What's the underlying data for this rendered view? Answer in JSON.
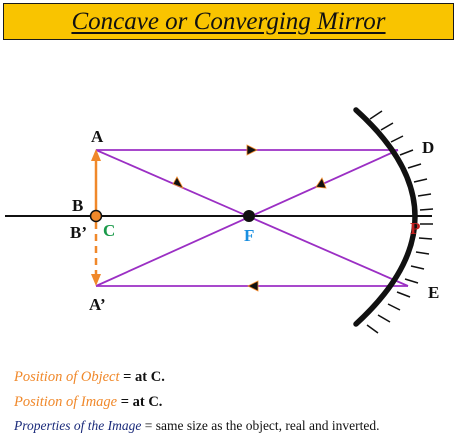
{
  "title": "Concave or Converging Mirror",
  "labels": {
    "A": "A",
    "B": "B",
    "B_prime": "B’",
    "C": "C",
    "F": "F",
    "P": "P",
    "A_prime": "A’",
    "D": "D",
    "E": "E"
  },
  "notes": [
    {
      "key": "Position of Object",
      "value": "= at C.",
      "color": "#f0882a"
    },
    {
      "key": "Position of Image",
      "value": "= at C.",
      "color": "#f0882a"
    },
    {
      "key": "Properties of the Image",
      "value": "= same size as the object, real and inverted.",
      "color": "#1a2a7a"
    }
  ],
  "colors": {
    "title_bg": "#f9c400",
    "ray": "#9b2fc4",
    "object": "#f0882a",
    "C": "#1a9a4a",
    "F": "#1a8fe0",
    "P": "#c0201f",
    "mirror": "#111111"
  }
}
